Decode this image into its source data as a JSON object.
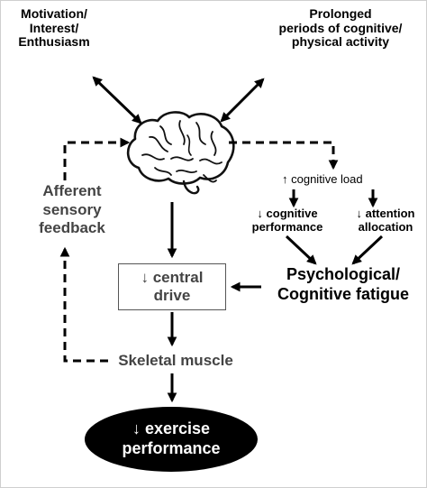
{
  "nodes": {
    "motivation": "Motivation/\nInterest/\nEnthusiasm",
    "prolonged": "Prolonged\nperiods of cognitive/\nphysical activity",
    "afferent": "Afferent\nsensory\nfeedback",
    "cognitive_load": "↑ cognitive load",
    "cognitive_performance": "↓ cognitive\nperformance",
    "attention_allocation": "↓ attention\nallocation",
    "psychological_fatigue": "Psychological/\nCognitive fatigue",
    "central_drive": "↓ central\ndrive",
    "skeletal_muscle": "Skeletal muscle",
    "exercise_performance": "↓ exercise\nperformance"
  },
  "icons": {
    "brain": "brain-icon"
  },
  "colors": {
    "line": "#000000",
    "label_grey": "#444444",
    "oval_fill": "#000000",
    "oval_text": "#ffffff"
  }
}
